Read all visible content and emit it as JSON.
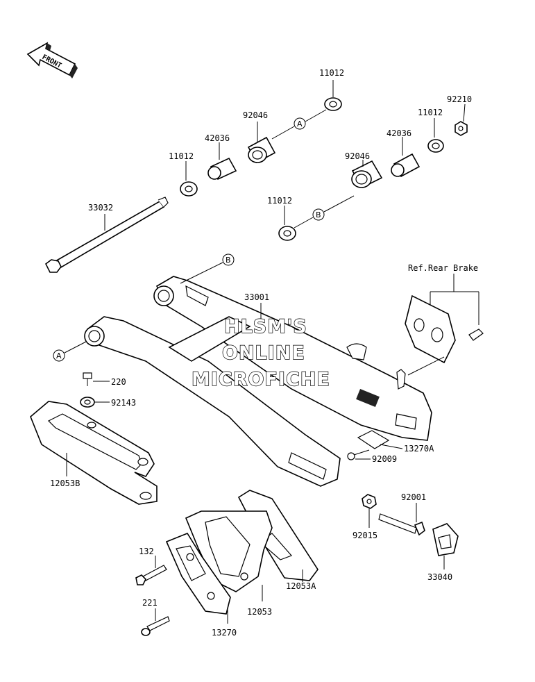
{
  "front_label": "FRONT",
  "reference_label": "Ref.Rear Brake",
  "callout_letters": {
    "a": "A",
    "b": "B"
  },
  "parts": {
    "p11012_a": "11012",
    "p92046_a": "92046",
    "p42036_a": "42036",
    "p11012_b": "11012",
    "p92210": "92210",
    "p11012_c": "11012",
    "p42036_b": "42036",
    "p92046_b": "92046",
    "p11012_d": "11012",
    "p33032": "33032",
    "p33001": "33001",
    "p220": "220",
    "p92143": "92143",
    "p12053B": "12053B",
    "p13270A": "13270A",
    "p92009": "92009",
    "p92001": "92001",
    "p92015": "92015",
    "p33040": "33040",
    "p132": "132",
    "p221": "221",
    "p12053A": "12053A",
    "p12053": "12053",
    "p13270": "13270"
  },
  "watermark": {
    "line1": "HLSM'S",
    "line2": "ONLINE",
    "line3": "MICROFICHE"
  }
}
